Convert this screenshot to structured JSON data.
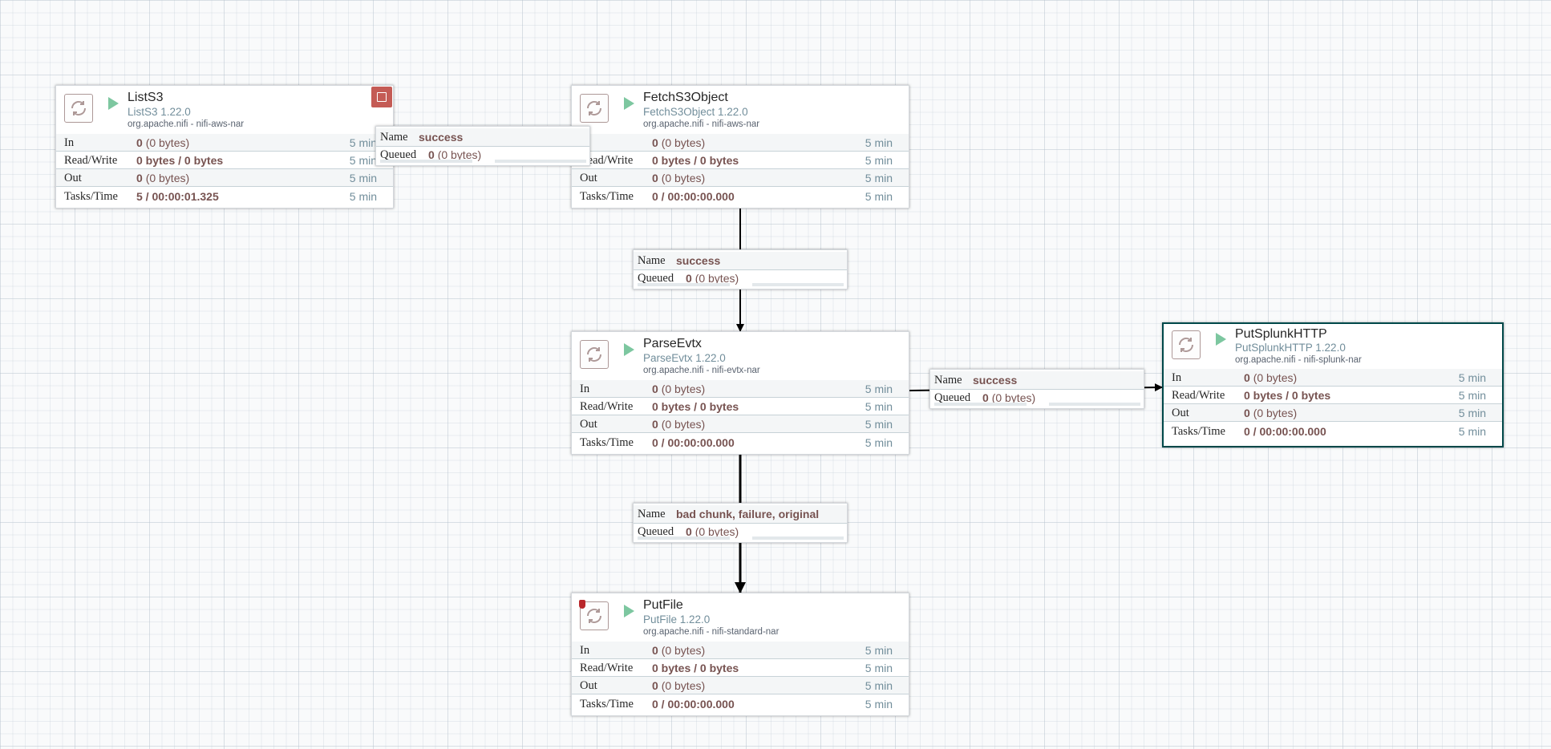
{
  "labels": {
    "in": "In",
    "read_write": "Read/Write",
    "out": "Out",
    "tasks_time": "Tasks/Time",
    "name": "Name",
    "queued": "Queued"
  },
  "processors": {
    "lists3": {
      "name": "ListS3",
      "type": "ListS3 1.22.0",
      "bundle": "org.apache.nifi - nifi-aws-nar",
      "in_count": "0",
      "in_size": "(0 bytes)",
      "rw": "0 bytes / 0 bytes",
      "out_count": "0",
      "out_size": "(0 bytes)",
      "tasks": "5 / 00:00:01.325",
      "window": "5 min"
    },
    "fetchs3": {
      "name": "FetchS3Object",
      "type": "FetchS3Object 1.22.0",
      "bundle": "org.apache.nifi - nifi-aws-nar",
      "in_count": "0",
      "in_size": "(0 bytes)",
      "rw": "0 bytes / 0 bytes",
      "out_count": "0",
      "out_size": "(0 bytes)",
      "tasks": "0 / 00:00:00.000",
      "window": "5 min"
    },
    "parseevtx": {
      "name": "ParseEvtx",
      "type": "ParseEvtx 1.22.0",
      "bundle": "org.apache.nifi - nifi-evtx-nar",
      "in_count": "0",
      "in_size": "(0 bytes)",
      "rw": "0 bytes / 0 bytes",
      "out_count": "0",
      "out_size": "(0 bytes)",
      "tasks": "0 / 00:00:00.000",
      "window": "5 min"
    },
    "putsplunk": {
      "name": "PutSplunkHTTP",
      "type": "PutSplunkHTTP 1.22.0",
      "bundle": "org.apache.nifi - nifi-splunk-nar",
      "in_count": "0",
      "in_size": "(0 bytes)",
      "rw": "0 bytes / 0 bytes",
      "out_count": "0",
      "out_size": "(0 bytes)",
      "tasks": "0 / 00:00:00.000",
      "window": "5 min"
    },
    "putfile": {
      "name": "PutFile",
      "type": "PutFile 1.22.0",
      "bundle": "org.apache.nifi - nifi-standard-nar",
      "in_count": "0",
      "in_size": "(0 bytes)",
      "rw": "0 bytes / 0 bytes",
      "out_count": "0",
      "out_size": "(0 bytes)",
      "tasks": "0 / 00:00:00.000",
      "window": "5 min"
    }
  },
  "connections": {
    "c1": {
      "name": "success",
      "queued_count": "0",
      "queued_size": "(0 bytes)"
    },
    "c2": {
      "name": "success",
      "queued_count": "0",
      "queued_size": "(0 bytes)"
    },
    "c3": {
      "name": "success",
      "queued_count": "0",
      "queued_size": "(0 bytes)"
    },
    "c4": {
      "name": "bad chunk, failure, original",
      "queued_count": "0",
      "queued_size": "(0 bytes)"
    }
  },
  "colors": {
    "selected_border": "#004849",
    "value_text": "#775351",
    "secondary_text": "#728e9b",
    "run_indicator": "#7dc7a0",
    "badge_red": "#c45b55"
  }
}
